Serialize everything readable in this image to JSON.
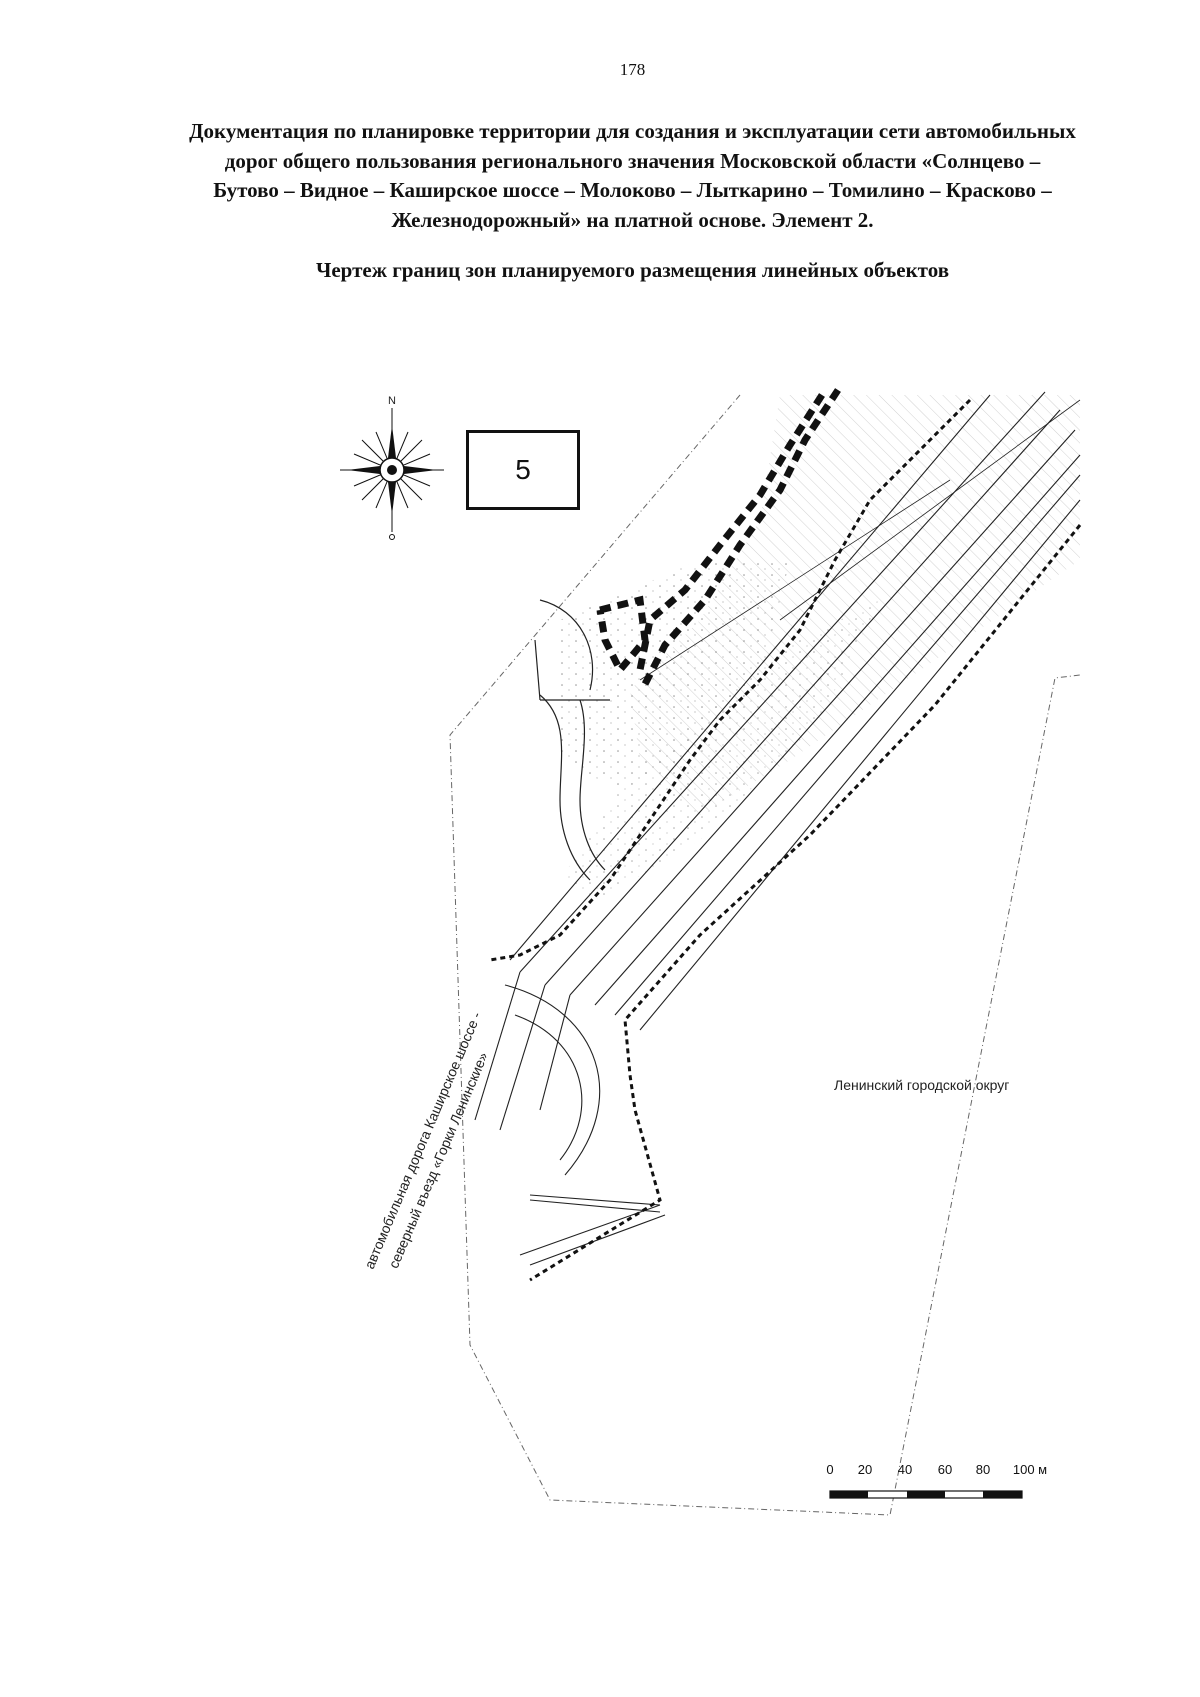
{
  "page_number": "178",
  "title_lines": [
    "Документация по планировке территории для создания и эксплуатации сети автомобильных",
    "дорог общего пользования регионального значения Московской области «Солнцево –",
    "Бутово – Видное – Каширское шоссе – Молоково – Лыткарино – Томилино – Красково –",
    "Железнодорожный» на платной основе. Элемент 2."
  ],
  "subtitle": "Чертеж границ зон планируемого размещения линейных объектов",
  "compass": {
    "north_label": "N",
    "icon": "compass-rose-icon"
  },
  "sheet_number": "5",
  "labels": {
    "road_line1": "автомобильная дорога Каширское шоссе -",
    "road_line2": "северный въезд «Горки Ленинские»",
    "district": "Ленинский городской округ"
  },
  "scale_bar": {
    "ticks": [
      "0",
      "20",
      "40",
      "60",
      "80",
      "100 м"
    ]
  },
  "colors": {
    "ink": "#111111",
    "hatch": "#9a9a9a"
  }
}
